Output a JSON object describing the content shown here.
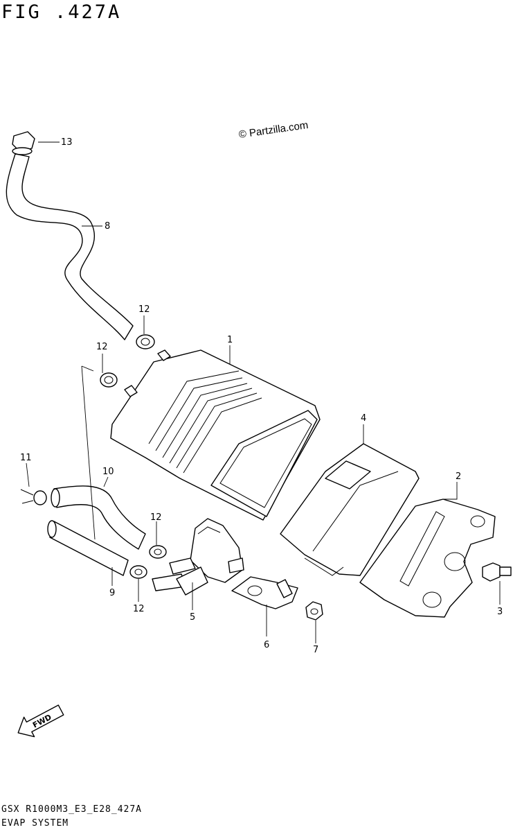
{
  "header": {
    "figure_title": "FIG .427A"
  },
  "watermark": {
    "copyright": "© Partzilla.com"
  },
  "footer": {
    "model_code": "GSX R1000M3_E3_E28_427A",
    "section_name": "EVAP SYSTEM"
  },
  "fwd_arrow": {
    "label": "FWD"
  },
  "callouts": {
    "c1": "1",
    "c2": "2",
    "c3": "3",
    "c4": "4",
    "c5": "5",
    "c6": "6",
    "c7": "7",
    "c8": "8",
    "c9": "9",
    "c10": "10",
    "c11": "11",
    "c12a": "12",
    "c12b": "12",
    "c12c": "12",
    "c12d": "12",
    "c13": "13"
  }
}
